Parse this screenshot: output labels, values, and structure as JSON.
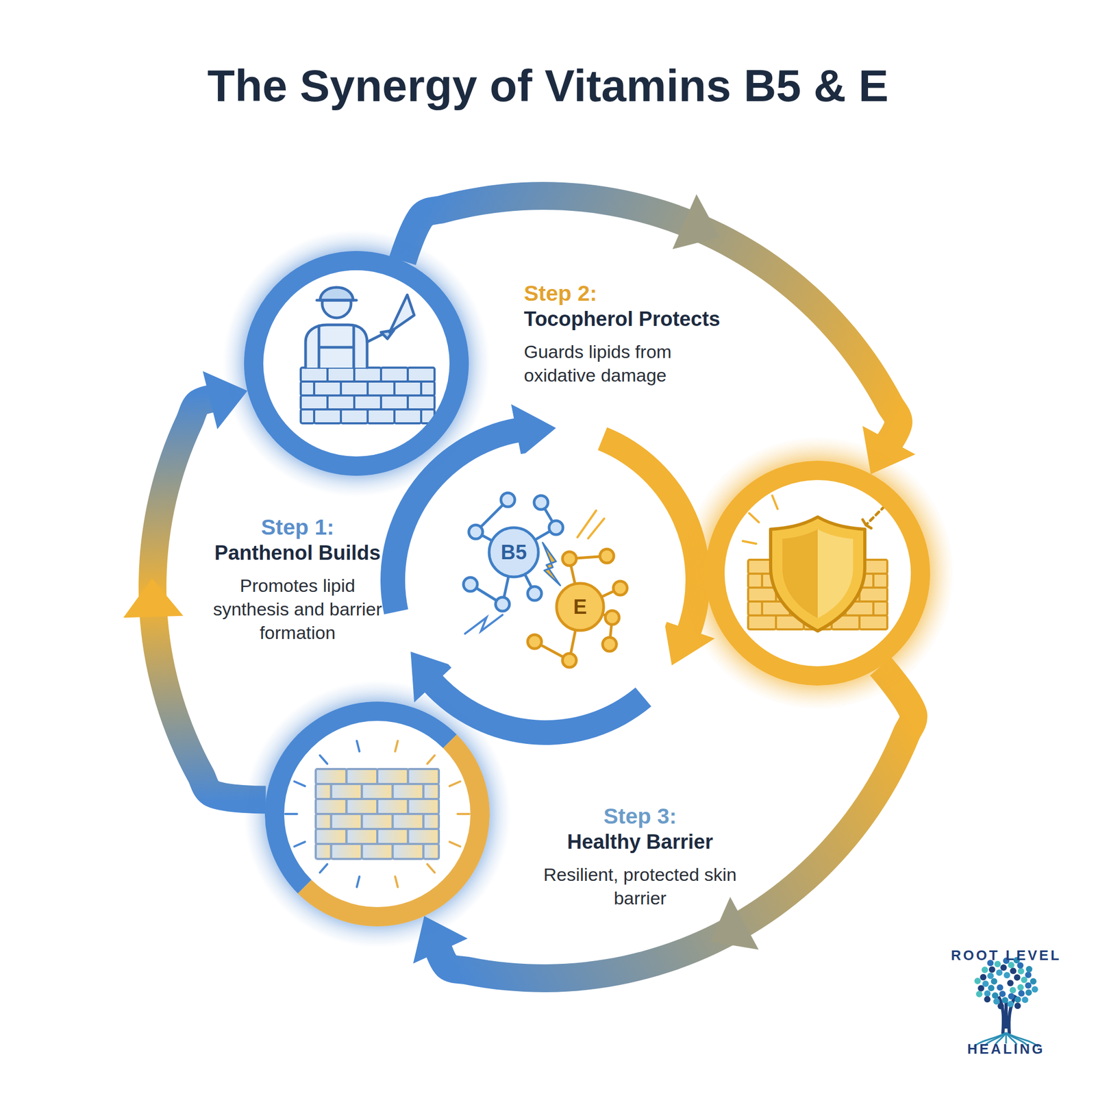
{
  "diagram": {
    "title": "The Synergy of Vitamins B5 & E",
    "nodes": [
      {
        "text": [
          "Step 1:",
          "Panthenol Builds",
          "Promotes lipid synthesis and barrier formation"
        ]
      },
      {
        "text": [
          "Step 2:",
          "Tocopherol Protects",
          "Guards lipids from oxidative damage"
        ]
      },
      {
        "text": [
          "Step 3:",
          "Healthy Barrier",
          "Resilient, protected skin barrier"
        ]
      },
      {
        "text": [
          "B5",
          "E"
        ]
      }
    ],
    "edges": [
      {
        "from": 0,
        "to": 1,
        "arrow": "to"
      },
      {
        "from": 1,
        "to": 2,
        "arrow": "to"
      },
      {
        "from": 2,
        "to": 0,
        "arrow": "to"
      }
    ],
    "labels": [
      "ROOT LEVEL",
      "HEALING"
    ]
  }
}
